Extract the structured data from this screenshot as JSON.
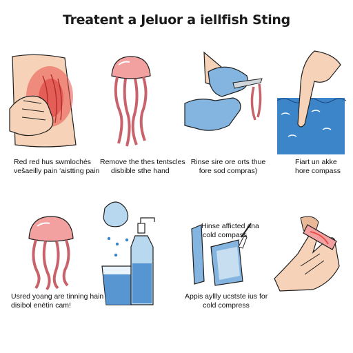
{
  "title": "Treatent  a Jeluor a iellfish Sting",
  "panels": [
    {
      "lines": [
        "Red red hus swmlochés",
        "vešaeilly pain ‘aistting pain"
      ]
    },
    {
      "lines": [
        "Remove the thes tentscles",
        "disbible sthe hand"
      ]
    },
    {
      "lines": [
        "Rinse sire ore orts thue",
        "fore sod compras)"
      ]
    },
    {
      "lines": [
        "Fiart un akke",
        "hore compass"
      ]
    },
    {
      "lines": [
        "Usred yoang are tinning hain",
        "disibol enētin cam!"
      ]
    },
    {
      "lines": []
    },
    {
      "lines": [
        "Appis ayllly ucstste ius for",
        "cold compress"
      ],
      "overlay": [
        "Hinse afficted ana",
        "cold compass"
      ]
    },
    {
      "lines": []
    }
  ],
  "colors": {
    "skin": "#f6d3b8",
    "skin_shade": "#e9b898",
    "redness": "#e8504a",
    "jelly_pink": "#f3a0a0",
    "tentacle": "#c9636b",
    "glove": "#84b5e0",
    "water": "#3d85c9",
    "bottle": "#b7d8ef",
    "outline": "#1f1f1f"
  }
}
